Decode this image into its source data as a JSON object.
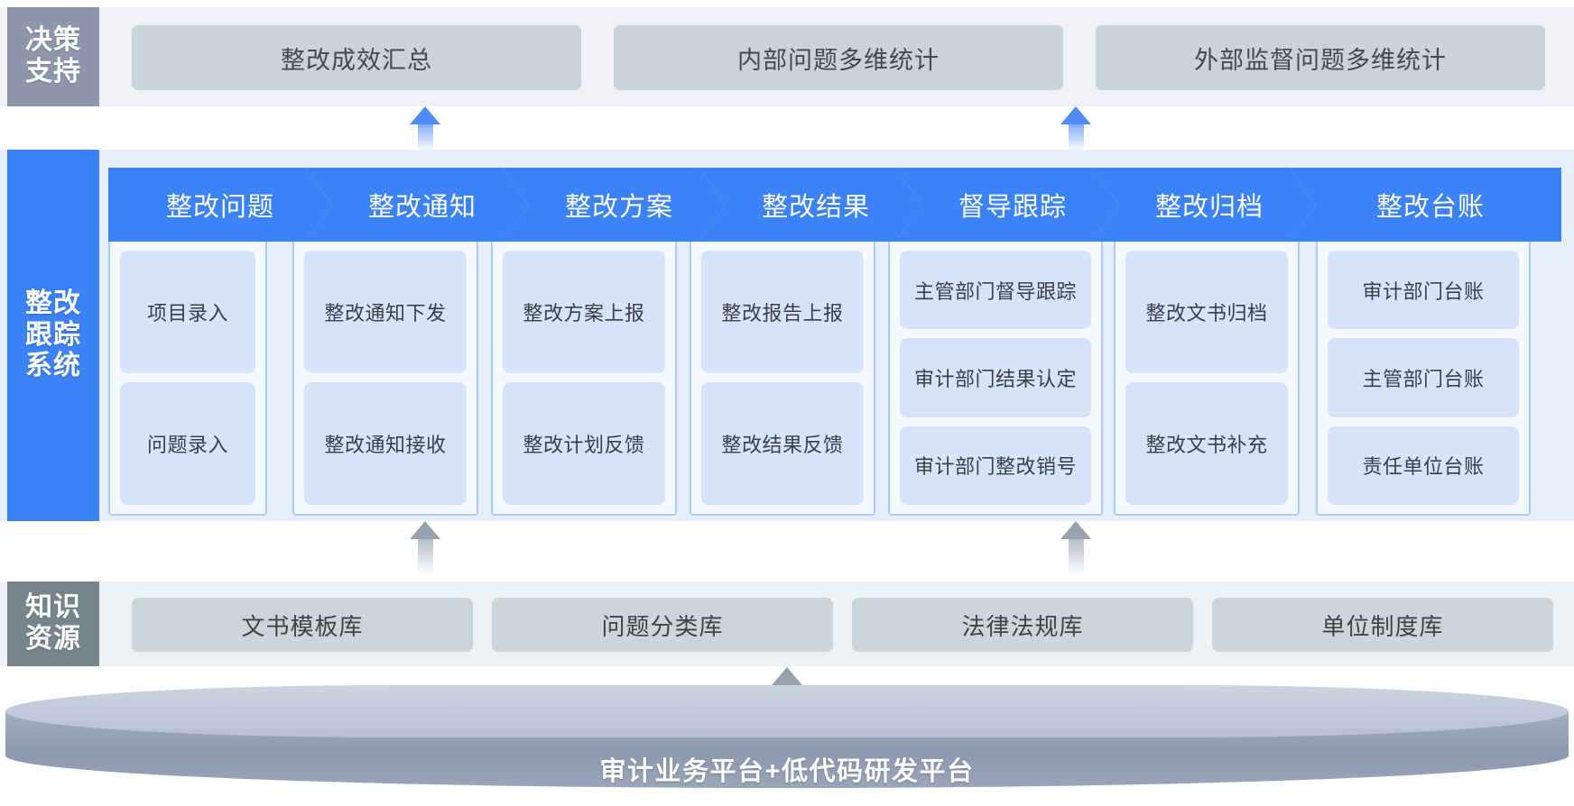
{
  "decision_support": {
    "label_lines": [
      "决策",
      "支持"
    ],
    "cards": [
      {
        "label": "整改成效汇总"
      },
      {
        "label": "内部问题多维统计"
      },
      {
        "label": "外部监督问题多维统计"
      }
    ]
  },
  "tracking_system": {
    "label_lines": [
      "整改",
      "跟踪",
      "系统"
    ],
    "columns": [
      {
        "stage": "整改问题",
        "items": [
          "项目录入",
          "问题录入"
        ]
      },
      {
        "stage": "整改通知",
        "items": [
          "整改通知下发",
          "整改通知接收"
        ]
      },
      {
        "stage": "整改方案",
        "items": [
          "整改方案上报",
          "整改计划反馈"
        ]
      },
      {
        "stage": "整改结果",
        "items": [
          "整改报告上报",
          "整改结果反馈"
        ]
      },
      {
        "stage": "督导跟踪",
        "items": [
          "主管部门督导跟踪",
          "审计部门结果认定",
          "审计部门整改销号"
        ]
      },
      {
        "stage": "整改归档",
        "items": [
          "整改文书归档",
          "整改文书补充"
        ]
      },
      {
        "stage": "整改台账",
        "items": [
          "审计部门台账",
          "主管部门台账",
          "责任单位台账"
        ]
      }
    ]
  },
  "knowledge_resources": {
    "label_lines": [
      "知识",
      "资源"
    ],
    "cards": [
      {
        "label": "文书模板库"
      },
      {
        "label": "问题分类库"
      },
      {
        "label": "法律法规库"
      },
      {
        "label": "单位制度库"
      }
    ]
  },
  "platform": {
    "label": "审计业务平台+低代码研发平台"
  },
  "colors": {
    "accent_blue": "#3b82f6",
    "decision_label_bg": "#8d96ab",
    "knowledge_label_bg": "#76868c",
    "card_grey": "#ccd2dc",
    "sub_box_blue": "#d6e4fb"
  },
  "arrows": [
    {
      "name": "arrow-decision-left",
      "direction": "up",
      "color": "blue"
    },
    {
      "name": "arrow-decision-right",
      "direction": "up",
      "color": "blue"
    },
    {
      "name": "arrow-knowledge-left",
      "direction": "up",
      "color": "grey"
    },
    {
      "name": "arrow-knowledge-right",
      "direction": "up",
      "color": "grey"
    },
    {
      "name": "arrow-platform",
      "direction": "up",
      "color": "grey"
    }
  ]
}
